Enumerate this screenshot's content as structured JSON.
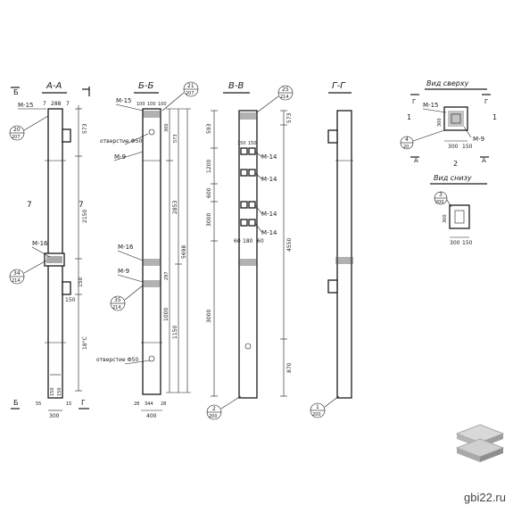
{
  "sections": [
    {
      "title": "А-А",
      "cut_left": "Б",
      "cut_bottom_left": "Б",
      "cut_bottom_right": "Г",
      "left_marks": [
        "7",
        "7"
      ],
      "mark_top": "М-15",
      "mark_mid": "М-16",
      "dims": [
        "573",
        "2150",
        "150",
        "150",
        "18°С",
        "7",
        "288",
        "7"
      ],
      "bottom_dims": [
        "300",
        "15",
        "55",
        "150",
        "150"
      ],
      "callouts": [
        {
          "num": "20",
          "sub": "207"
        },
        {
          "num": "34",
          "sub": "214"
        }
      ]
    },
    {
      "title": "Б-Б",
      "mark_top": "М-15",
      "mark_m9": "М-9",
      "mark_m16": "М-16",
      "mark_m9b": "М-9",
      "top_dims": [
        "100",
        "100",
        "100"
      ],
      "hole_top": "отверстие Ф50",
      "hole_bottom": "отверстие Ф50",
      "dims": [
        "300",
        "573",
        "2853",
        "5698",
        "297",
        "1000",
        "1150"
      ],
      "bottom_dims": [
        "28",
        "344",
        "28",
        "400"
      ],
      "callouts": [
        {
          "num": "21",
          "sub": "207"
        },
        {
          "num": "35",
          "sub": "214"
        }
      ]
    },
    {
      "title": "В-В",
      "marks": [
        "М-14",
        "М-14",
        "М-14",
        "М-14"
      ],
      "dims": [
        "593",
        "1200",
        "600",
        "3000",
        "3000",
        "4550",
        "870",
        "573"
      ],
      "small_dims": [
        "150",
        "150",
        "60",
        "180",
        "60"
      ],
      "callouts": [
        {
          "num": "25",
          "sub": "214"
        },
        {
          "num": "2",
          "sub": "200"
        }
      ]
    },
    {
      "title": "Г-Г",
      "callouts": [
        {
          "num": "1",
          "sub": "200"
        }
      ]
    }
  ],
  "views": {
    "top": {
      "title": "Вид сверху",
      "mark_left": "М-15",
      "mark_right": "М-9",
      "cut_labels": [
        "Г",
        "Г",
        "А",
        "А"
      ],
      "side_labels": [
        "1",
        "1",
        "2"
      ],
      "dims": [
        "300",
        "300",
        "150"
      ],
      "callout": {
        "num": "4",
        "sub": "20"
      }
    },
    "bottom": {
      "title": "Вид снизу",
      "dims": [
        "300",
        "300",
        "150"
      ],
      "callout": {
        "num": "3",
        "sub": "200"
      }
    }
  },
  "brand": "gbi22.ru"
}
